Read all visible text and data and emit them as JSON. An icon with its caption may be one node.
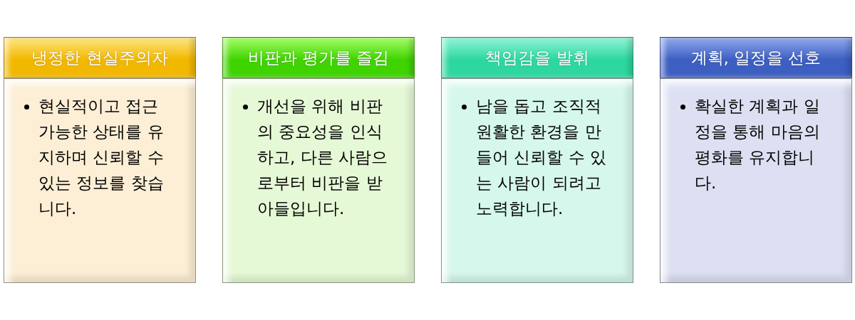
{
  "diagram": {
    "nodes": [
      {
        "text": [
          "냉정한 현실주의자"
        ]
      },
      {
        "text": [
          "현실적이고 접근 가능한 상태를 유지하며 신뢰할 수 있는 정보를 찾습니다."
        ]
      },
      {
        "text": [
          "비판과 평가를 즐김"
        ]
      },
      {
        "text": [
          "개선을 위해 비판의 중요성을 인식하고, 다른 사람으로부터 비판을 받아들입니다."
        ]
      },
      {
        "text": [
          "책임감을 발휘"
        ]
      },
      {
        "text": [
          "남을 돕고 조직적 원활한 환경을 만들어 신뢰할 수 있는 사람이 되려고 노력합니다."
        ]
      },
      {
        "text": [
          "계획, 일정을 선호"
        ]
      },
      {
        "text": [
          "확실한 계획과 일정을 통해 마음의 평화를 유지합니다."
        ]
      }
    ]
  }
}
